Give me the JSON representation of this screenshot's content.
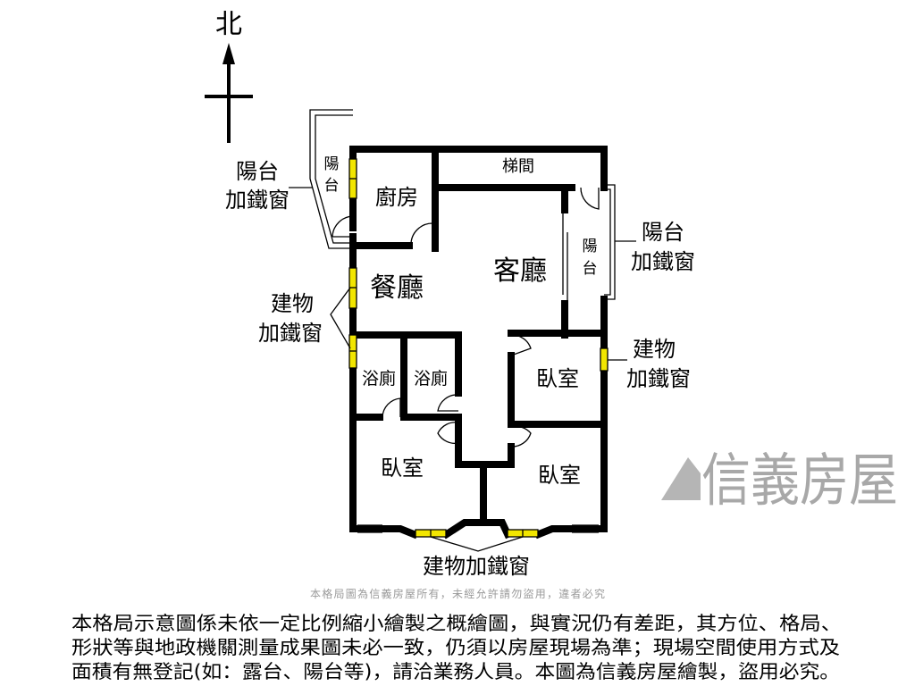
{
  "compass": {
    "north_label": "北"
  },
  "rooms": {
    "kitchen": "廚房",
    "stairwell": "梯間",
    "living_room": "客廳",
    "dining_room": "餐廳",
    "bath_1": "浴廁",
    "bath_2": "浴廁",
    "bedroom_ne": "臥室",
    "bedroom_sw": "臥室",
    "bedroom_se": "臥室",
    "balcony_w": [
      "陽",
      "台"
    ],
    "balcony_e": [
      "陽",
      "台"
    ]
  },
  "annotations": {
    "balcony_w_iron_window": [
      "陽台",
      "加鐵窗"
    ],
    "balcony_e_iron_window": [
      "陽台",
      "加鐵窗"
    ],
    "building_iron_window_w": [
      "建物",
      "加鐵窗"
    ],
    "building_iron_window_e": [
      "建物",
      "加鐵窗"
    ],
    "building_iron_window_s": "建物加鐵窗"
  },
  "watermark": {
    "brand": "信義房屋",
    "notice": "本格局圖為信義房屋所有，未經允許請勿盜用，違者必究"
  },
  "disclaimer": [
    "本格局示意圖係未依一定比例縮小繪製之概繪圖，與實況仍有差距，其方位、格局、",
    "形狀等與地政機關測量成果圖未必一致，仍須以房屋現場為準；現場空間使用方式及",
    "面積有無登記(如：露台、陽台等)，請洽業務人員。本圖為信義房屋繪製，盜用必究。"
  ],
  "colors": {
    "wall": "#000000",
    "window": "#f2e600",
    "watermark": "#9a9a9a"
  }
}
